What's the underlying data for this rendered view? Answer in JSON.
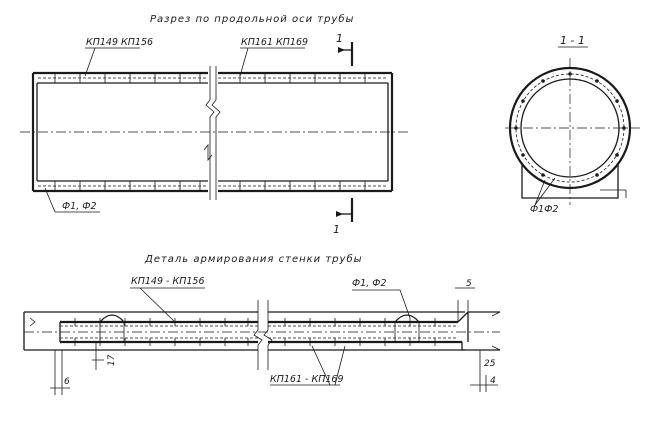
{
  "top_view": {
    "title": "Разрез по продольной оси трубы",
    "mark_left": "КП149  КП156",
    "mark_right": "КП161  КП169",
    "mark_bottom": "Ф1, Ф2",
    "cut_mark_top": "1",
    "cut_mark_bottom": "1"
  },
  "section_view": {
    "title": "1 - 1",
    "mark": "Ф1Ф2"
  },
  "detail_view": {
    "title": "Деталь армирования стенки трубы",
    "mark_top_left": "КП149 - КП156",
    "mark_top_right": "Ф1, Ф2",
    "mark_bottom": "КП161 - КП169",
    "dim_5": "5",
    "dim_25": "25",
    "dim_4": "4",
    "dim_17": "17",
    "dim_6": "6"
  }
}
